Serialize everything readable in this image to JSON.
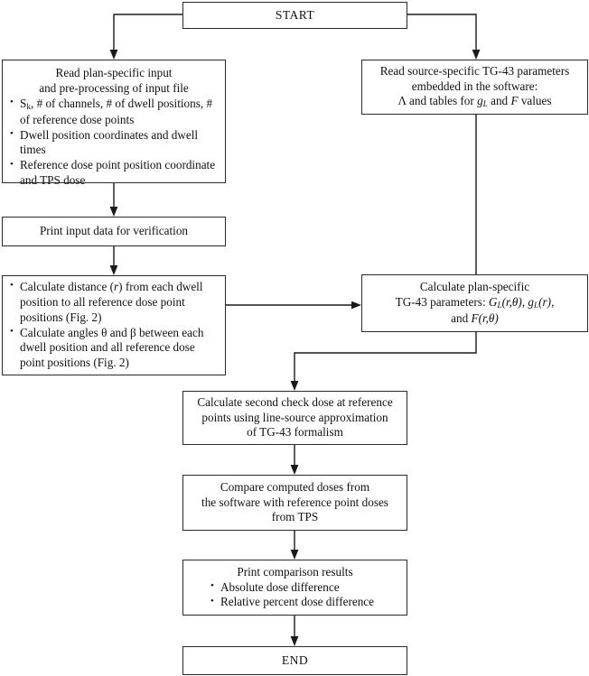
{
  "figure": {
    "type": "flowchart",
    "orientation": "top-to-bottom",
    "background_color": "#ffffff",
    "line_color": "#1a1a1a",
    "box_border_color": "#2b2b2b",
    "text_color": "#111111"
  },
  "nodes": {
    "start": {
      "id": "start",
      "shape": "rectangle",
      "label": "START"
    },
    "read_plan": {
      "id": "read-plan-specific-input",
      "shape": "rectangle",
      "heading_line_1": "Read plan-specific input",
      "heading_line_2": "and pre-processing of input file",
      "bullets": [
        {
          "prefix": "S",
          "subscript": "k",
          "rest": ", # of channels, # of dwell positions, # of reference dose points"
        },
        {
          "text": "Dwell position coordinates and dwell times"
        },
        {
          "text": "Reference dose point position coordinate and TPS dose"
        }
      ]
    },
    "read_source": {
      "id": "read-source-specific-parameters",
      "shape": "rectangle",
      "line_1": "Read source-specific TG-43 parameters",
      "line_2": "embedded in the software:",
      "line_3_pre": "Λ and tables for ",
      "line_3_sym1": "g",
      "line_3_sym1_sub": "L",
      "line_3_mid": " and ",
      "line_3_sym2": "F",
      "line_3_post": " values"
    },
    "print_input": {
      "id": "print-input-data",
      "shape": "rectangle",
      "label": "Print input data for verification"
    },
    "calc_geometry": {
      "id": "calculate-distance-and-angles",
      "shape": "rectangle",
      "bullets": [
        {
          "pre": "Calculate distance (",
          "sym": "r",
          "post": ") from each dwell position to all reference dose point positions (Fig. 2)"
        },
        {
          "text": "Calculate angles θ and β between each dwell position and all reference dose point positions (Fig. 2)"
        }
      ]
    },
    "calc_params": {
      "id": "calculate-plan-specific-tg43-parameters",
      "shape": "rectangle",
      "line_1": "Calculate plan-specific",
      "line_2_pre": "TG-43 parameters: ",
      "line_2_sym1": "G",
      "line_2_sym1_sub": "L",
      "line_2_arg1": "(r,θ)",
      "line_2_sep": ", ",
      "line_2_sym2": "g",
      "line_2_sym2_sub": "L",
      "line_2_arg2": "(r)",
      "line_2_end": ",",
      "line_3_pre": "and ",
      "line_3_sym": "F",
      "line_3_arg": "(r,θ)"
    },
    "second_check": {
      "id": "calculate-second-check-dose",
      "shape": "rectangle",
      "line_1": "Calculate second check dose at reference",
      "line_2": "points using line-source approximation",
      "line_3": "of TG-43 formalism"
    },
    "compare": {
      "id": "compare-computed-doses",
      "shape": "rectangle",
      "line_1": "Compare computed doses from",
      "line_2": "the software with reference point doses",
      "line_3": "from TPS"
    },
    "print_results": {
      "id": "print-comparison-results",
      "shape": "rectangle",
      "heading": "Print comparison results",
      "bullets": [
        "Absolute dose difference",
        "Relative percent dose difference"
      ]
    },
    "end": {
      "id": "end",
      "shape": "rectangle",
      "label": "END"
    }
  },
  "edges": [
    {
      "from": "start",
      "to": "read_plan",
      "style": "elbow-left-down",
      "arrow": true
    },
    {
      "from": "start",
      "to": "read_source",
      "style": "elbow-right-down",
      "arrow": true
    },
    {
      "from": "read_plan",
      "to": "print_input",
      "style": "straight-down",
      "arrow": true
    },
    {
      "from": "print_input",
      "to": "calc_geometry",
      "style": "straight-down",
      "arrow": true
    },
    {
      "from": "calc_geometry",
      "to": "calc_params",
      "style": "straight-right",
      "arrow": true
    },
    {
      "from": "read_source",
      "to": "calc_params",
      "style": "straight-down",
      "arrow": false
    },
    {
      "from": "calc_params",
      "to": "second_check",
      "style": "elbow-down-left-down",
      "arrow": true
    },
    {
      "from": "second_check",
      "to": "compare",
      "style": "straight-down",
      "arrow": true
    },
    {
      "from": "compare",
      "to": "print_results",
      "style": "straight-down",
      "arrow": true
    },
    {
      "from": "print_results",
      "to": "end",
      "style": "straight-down",
      "arrow": true
    }
  ]
}
